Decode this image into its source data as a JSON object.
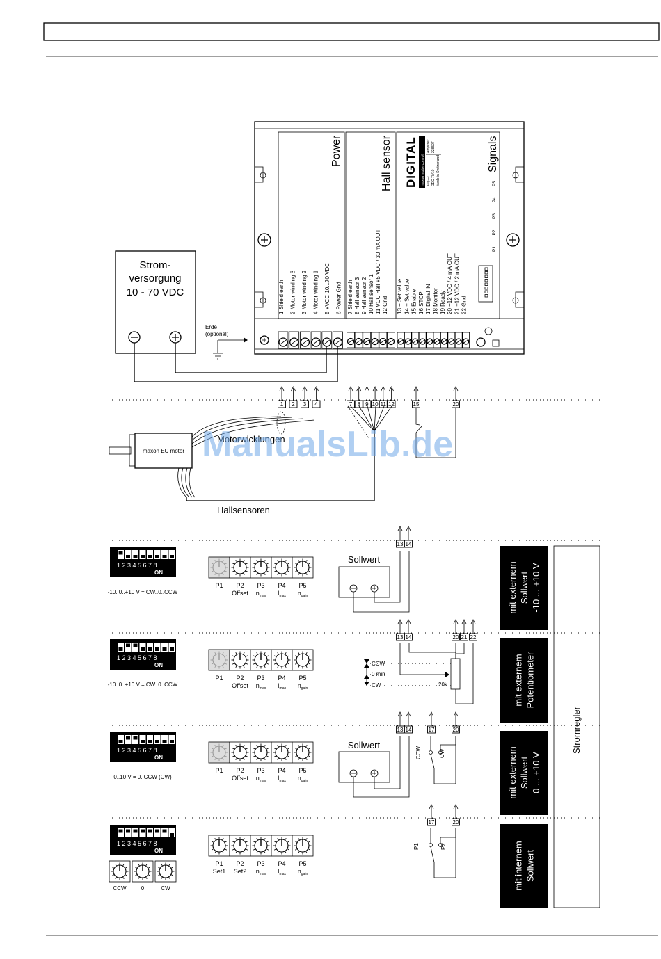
{
  "controller": {
    "power_title": "Power",
    "hall_title": "Hall sensor",
    "signals_title": "Signals",
    "logo": "DIGITAL",
    "brand_lines": [
      "maxon motor control",
      "4-Q-EC",
      "DEC 70/10",
      "Made in Switzerland"
    ],
    "item_numbers": [
      "Amplifier",
      "228597"
    ],
    "power_terms": [
      "1 Shield earth",
      "2 Motor winding 3",
      "3 Motor winding 2",
      "4 Motor winding 1",
      "5 +VCC 10...70 VDC",
      "6 Power Gnd"
    ],
    "hall_terms": [
      "7 Shield earth",
      "8 Hall sensor 3",
      "9 Hall sensor 2",
      "10 Hall sensor 1",
      "11 VCC Hall +5 VDC / 30 mA OUT",
      "12 Gnd"
    ],
    "signal_terms": [
      "13 + Set value",
      "14 − Set value",
      "15 Enable",
      "16 STOP",
      "17 Digital IN",
      "18 Monitor",
      "19 Ready",
      "20 +12 VDC / 4 mA OUT",
      "21 −12 VDC / 2 mA OUT",
      "22 Gnd"
    ],
    "pots": [
      "P1",
      "P2",
      "P3",
      "P4",
      "P5"
    ]
  },
  "power_supply": {
    "lines": [
      "Strom-",
      "versorgung",
      "10 - 70 VDC"
    ],
    "minus": "−",
    "plus": "+"
  },
  "earth": {
    "lines": [
      "Erde",
      "(optional)"
    ]
  },
  "terminals_row1": {
    "power": [
      "1",
      "2",
      "3",
      "4"
    ],
    "hall": [
      "7",
      "8",
      "9",
      "10",
      "11",
      "12"
    ],
    "enable": "15",
    "supply": "20"
  },
  "motor": {
    "label": "maxon EC motor",
    "windings": "Motorwicklungen",
    "hall": "Hallsensoren"
  },
  "watermark": "ManualsLib.de",
  "sections": [
    {
      "dip_caption": "-10..0..+10 V = CW..0..CCW",
      "dip_on": [
        1
      ],
      "mode": [
        "mit externem",
        "Sollwert",
        "-10 ... +10 V"
      ]
    },
    {
      "dip_caption": "-10..0..+10 V = CW..0..CCW",
      "dip_on": [
        2,
        3
      ],
      "mode": [
        "mit externem",
        "Potentiometer"
      ]
    },
    {
      "dip_caption": "0..10 V = 0..CCW (CW)",
      "dip_on": [
        2,
        3
      ],
      "mode": [
        "mit externem",
        "Sollwert",
        "0 ... +10 V"
      ]
    },
    {
      "dip_caption": "",
      "dip_on": [
        1,
        2,
        3,
        4,
        5,
        6,
        7
      ],
      "mode": [
        "mit internem",
        "Sollwert"
      ]
    }
  ],
  "dip": {
    "numbers": "1 2 3 4 5 6 7 8",
    "on": "ON"
  },
  "pot_labels": {
    "names": [
      "P1",
      "P2",
      "P3",
      "P4",
      "P5"
    ],
    "subs_a": [
      "",
      "Offset",
      "nmax",
      "Imax",
      "ngain"
    ],
    "subs_b": [
      "Set1",
      "Set2",
      "nmax",
      "Imax",
      "ngain"
    ]
  },
  "sollwert": "Sollwert",
  "stromregler": "Stromregler",
  "pot_section": {
    "ccw": "CCW",
    "zero": "0 min",
    "cw": "CW",
    "value": "20k",
    "terms": [
      "13",
      "14",
      "20",
      "21",
      "22"
    ]
  },
  "sec1_terms": [
    "13",
    "14"
  ],
  "sec3_terms": [
    "13",
    "14",
    "17",
    "20"
  ],
  "sec3_switch": [
    "CCW",
    "CW"
  ],
  "sec4_terms": [
    "17",
    "20"
  ],
  "sec4_switch": [
    "P1",
    "P2"
  ],
  "sec4_knobs": [
    "CCW",
    "0",
    "CW"
  ]
}
